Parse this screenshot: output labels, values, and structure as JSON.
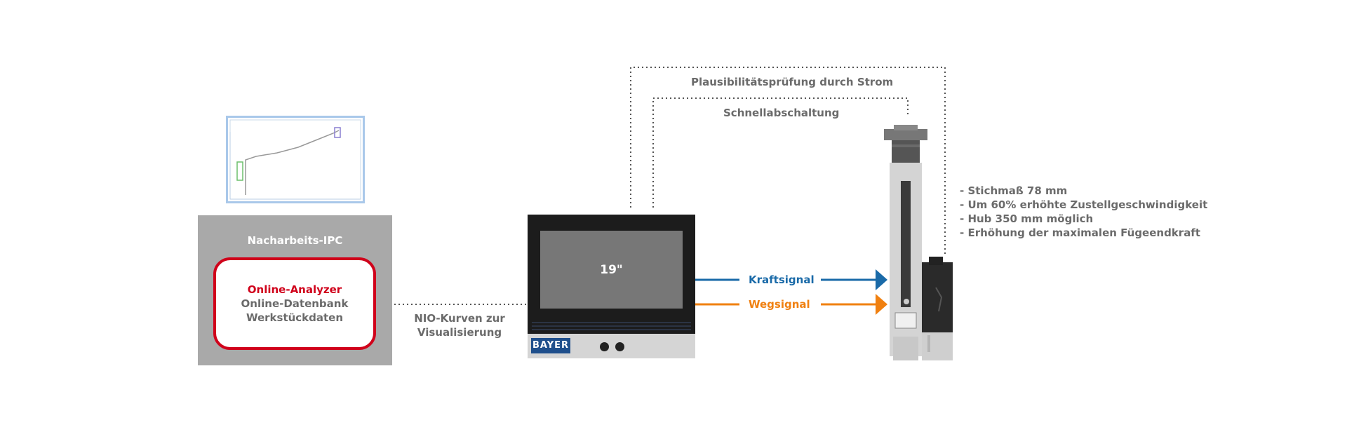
{
  "ipc": {
    "title": "Nacharbeits-IPC",
    "lines": [
      "Online-Analyzer",
      "Online-Datenbank",
      "Werkstückdaten"
    ]
  },
  "link_label": [
    "NIO-Kurven zur",
    "Visualisierung"
  ],
  "monitor": {
    "screen_size": "19\"",
    "brand": "BAYER"
  },
  "signals": {
    "kraft": {
      "label": "Kraftsignal",
      "color": "#1a6aa8"
    },
    "weg": {
      "label": "Wegsignal",
      "color": "#f08010"
    }
  },
  "feedback": {
    "outer": "Plausibilitätsprüfung durch Strom",
    "inner": "Schnellabschaltung"
  },
  "specs": [
    "- Stichmaß 78 mm",
    "- Um 60% erhöhte Zustellgeschwindigkeit",
    "- Hub 350 mm möglich",
    "- Erhöhung der maximalen Fügeendkraft"
  ],
  "colors": {
    "accent_red": "#d0021b",
    "gray_text": "#6b6b6b",
    "box_gray": "#a9a9a9"
  }
}
